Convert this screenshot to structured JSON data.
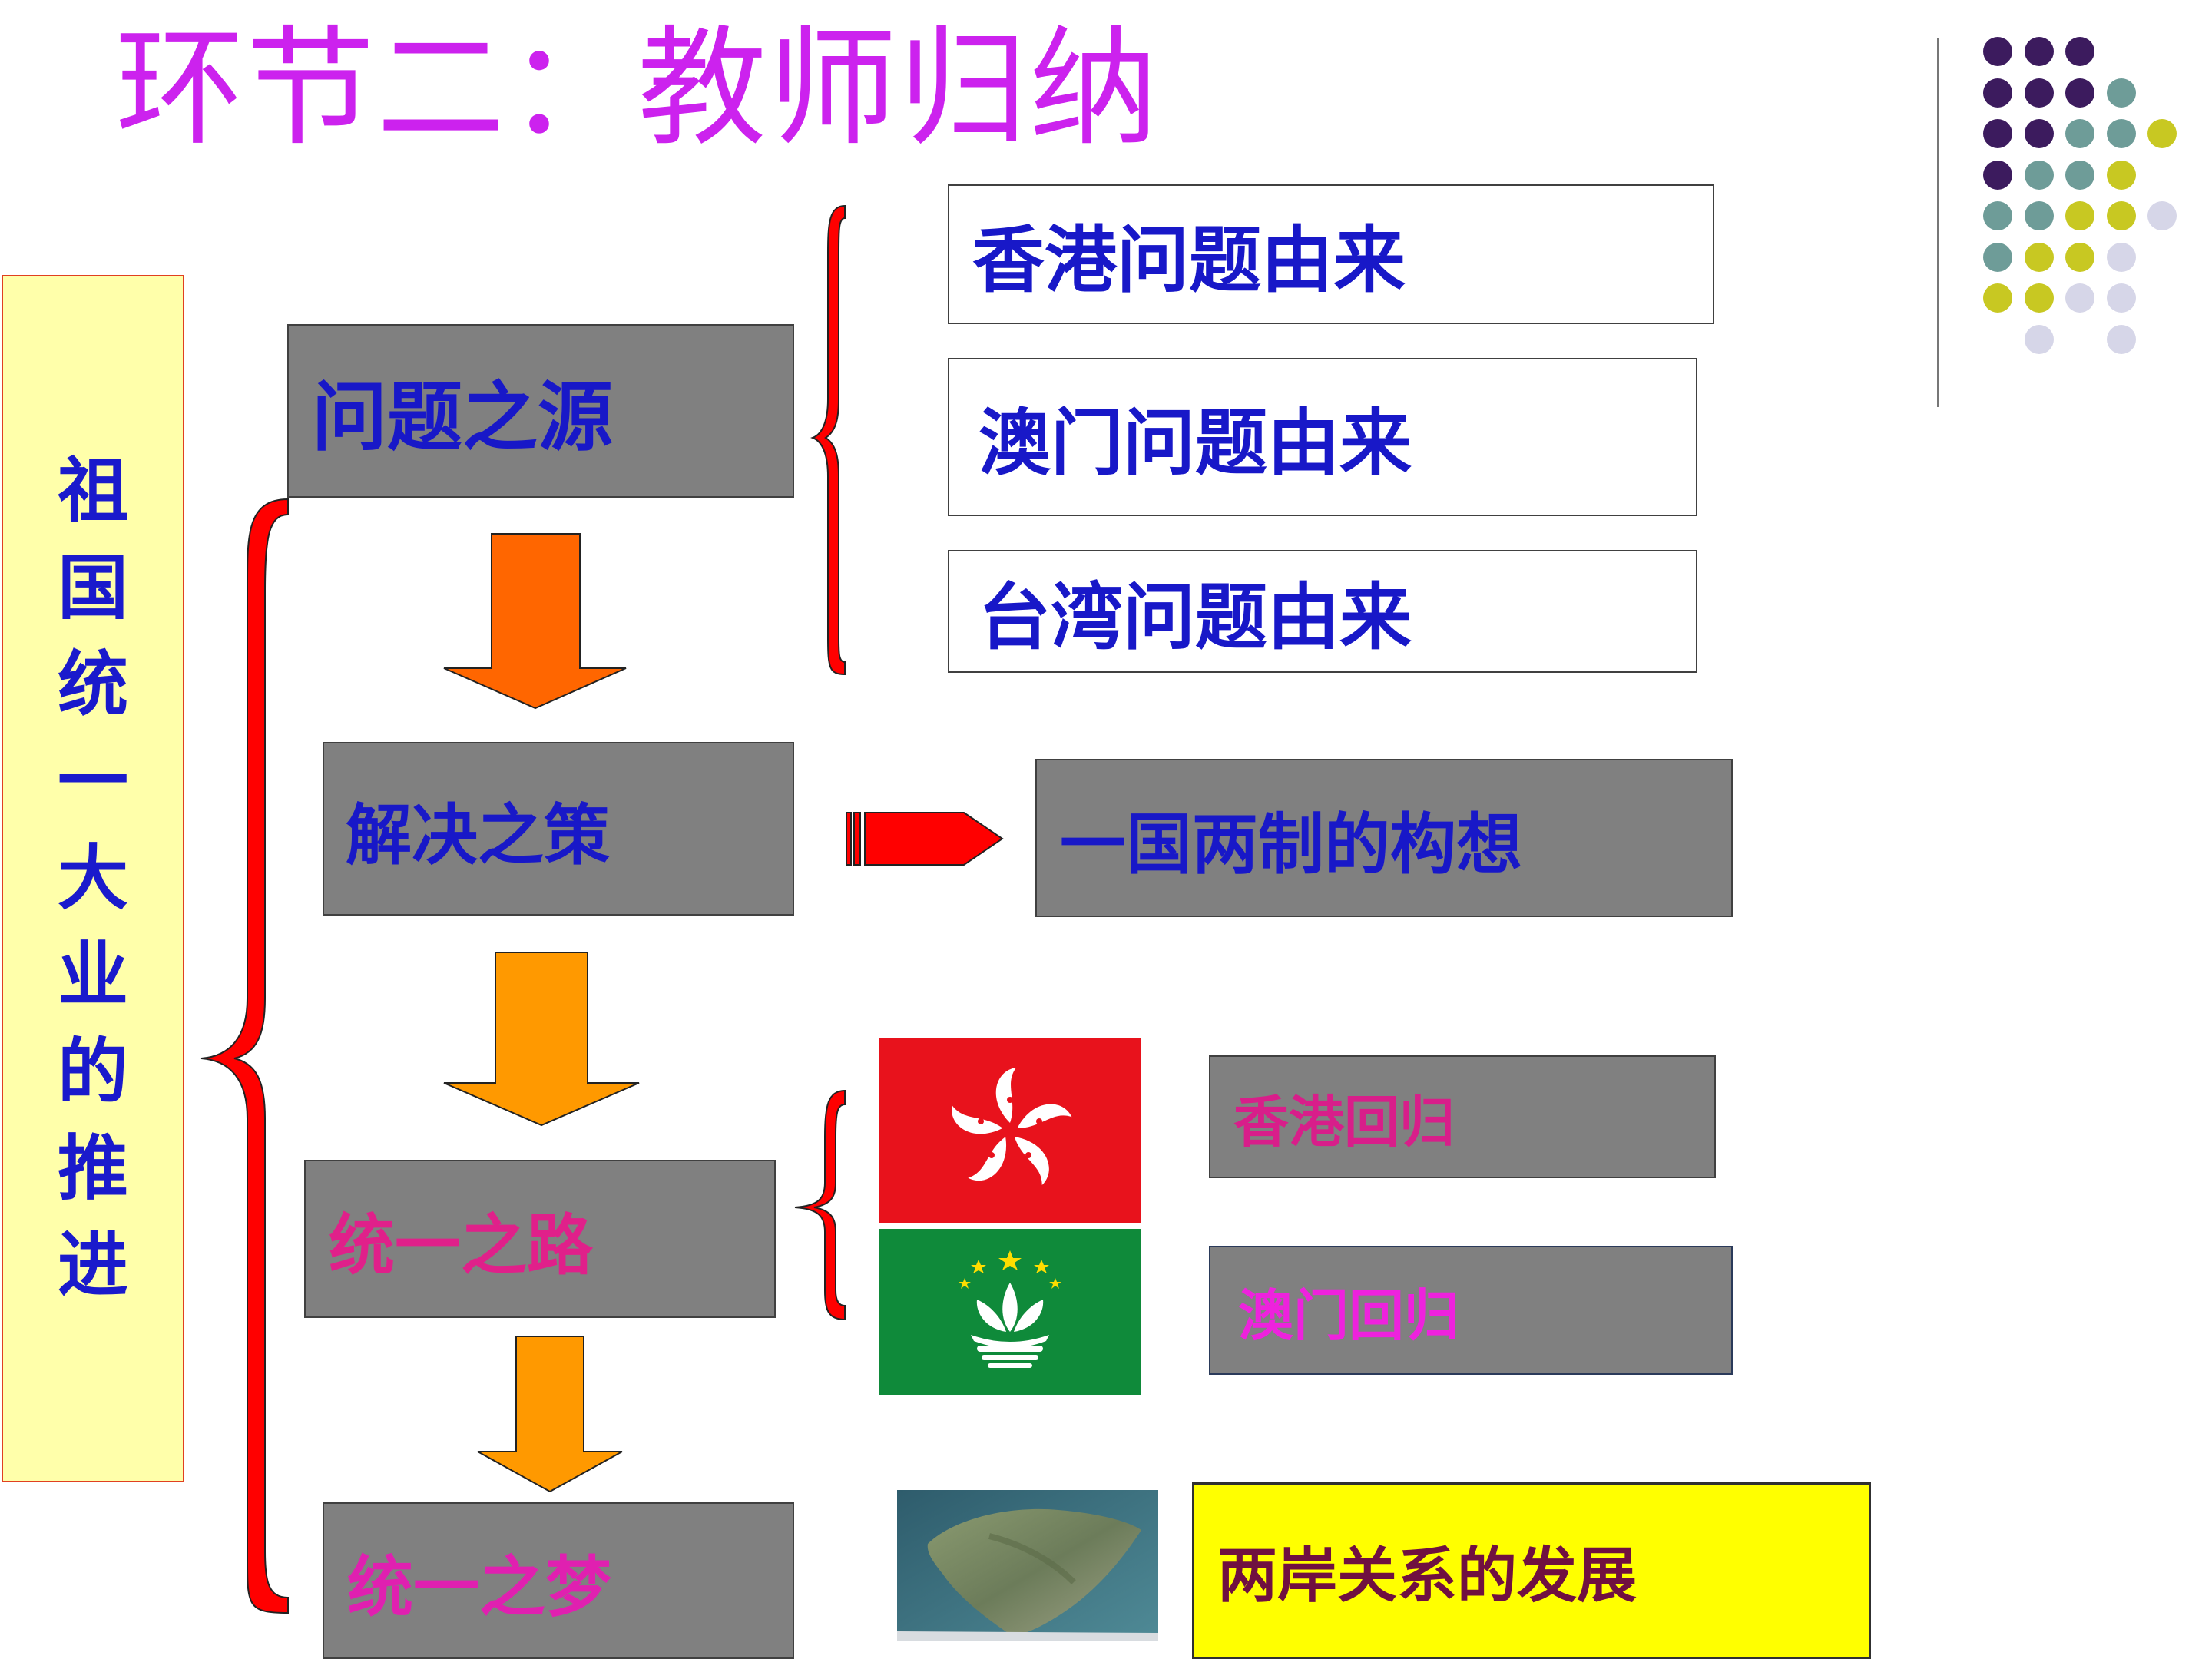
{
  "title": "环节二：教师归纳",
  "sidebar": {
    "label": "祖国统一大业的推进",
    "chars": [
      "祖",
      "国",
      "统",
      "一",
      "大",
      "业",
      "的",
      "推",
      "进"
    ]
  },
  "stages": {
    "source": "问题之源",
    "solution": "解决之策",
    "road": "统一之路",
    "dream": "统一之梦"
  },
  "origins": [
    "香港问题由来",
    "澳门问题由来",
    "台湾问题由来"
  ],
  "policy": "一国两制的构想",
  "returns": [
    "香港回归",
    "澳门回归"
  ],
  "cross_strait": "两岸关系的发展",
  "colors": {
    "title": "#cc22ee",
    "text_blue": "#1818c8",
    "grey_box": "#808080",
    "brace_red": "#ff0000",
    "arrow_orange": "#ff9900",
    "arrow_dark_orange": "#ff6600",
    "hk_flag_red": "#e8121c",
    "macau_flag_green": "#0f8a3a",
    "sidebar_fill": "#ffffaa",
    "dot_purple": "#3c1b5e",
    "dot_teal": "#6e9c98",
    "dot_yellow": "#c8c822",
    "dot_lavender": "#d6d6e8"
  },
  "icons": [
    "hong-kong-flag-icon",
    "macau-flag-icon",
    "taiwan-satellite-image"
  ]
}
